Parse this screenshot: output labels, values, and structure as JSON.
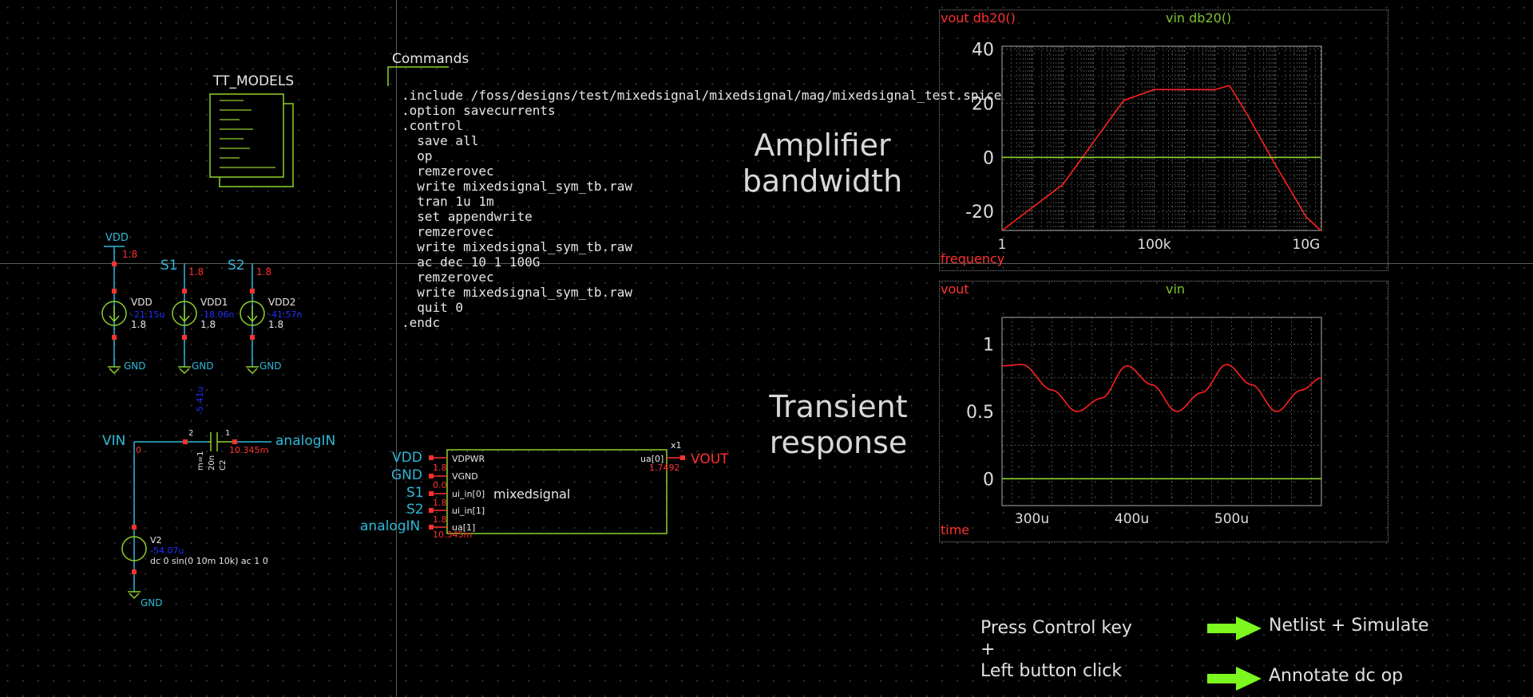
{
  "models_block": {
    "label": "TT_MODELS"
  },
  "commands": {
    "title": "Commands",
    "lines": [
      ".include /foss/designs/test/mixedsignal/mixedsignal/mag/mixedsignal_test.spice",
      ".option savecurrents",
      ".control",
      "  save all",
      "  op",
      "  remzerovec",
      "  write mixedsignal_sym_tb.raw",
      "  tran 1u 1m",
      "  set appendwrite",
      "  remzerovec",
      "  write mixedsignal_sym_tb.raw",
      "  ac dec 10 1 100G",
      "  remzerovec",
      "  write mixedsignal_sym_tb.raw",
      "  quit 0",
      ".endc"
    ]
  },
  "sources": {
    "vdd_label": "VDD",
    "vdd_net_value": "1.8",
    "s1_label": "S1",
    "s1_value": "1.8",
    "s2_label": "S2",
    "s2_value": "1.8",
    "vdd_src": {
      "name": "VDD",
      "value": "1.8",
      "current": "-21.15u"
    },
    "vdd1_src": {
      "name": "VDD1",
      "value": "1.8",
      "current": "-18.06n"
    },
    "vdd2_src": {
      "name": "VDD2",
      "value": "1.8",
      "current": "-41.57n"
    },
    "gnd_label": "GND"
  },
  "input_stage": {
    "vin_label": "VIN",
    "vin_node_value": "0",
    "cap_current": "-5.41u",
    "cap_pin2": "2",
    "cap_pin1": "1",
    "cap_params": [
      "m=1",
      "20n",
      "C2"
    ],
    "analog_node_value": "10.345m",
    "analog_label": "analogIN",
    "v2_name": "V2",
    "v2_current": "-54.07u",
    "v2_spec": "dc 0 sin(0 10m 10k) ac 1 0",
    "gnd_label": "GND"
  },
  "mixedsignal_block": {
    "instance": "x1",
    "name": "mixedsignal",
    "pins_left": [
      {
        "net": "VDD",
        "pin": "VDPWR",
        "value": "1.8"
      },
      {
        "net": "GND",
        "pin": "VGND",
        "value": "0.0"
      },
      {
        "net": "S1",
        "pin": "ui_in[0]",
        "value": "1.8"
      },
      {
        "net": "S2",
        "pin": "ui_in[1]",
        "value": "1.8"
      },
      {
        "net": "analogIN",
        "pin": "ua[1]",
        "value": "10.345m"
      }
    ],
    "pin_right": {
      "pin": "ua[0]",
      "net": "VOUT",
      "value": "1.7492"
    }
  },
  "headings": {
    "bandwidth": [
      "Amplifier",
      "bandwidth"
    ],
    "transient": [
      "Transient",
      "response"
    ]
  },
  "ac_plot": {
    "trace1_label": "vout db20()",
    "trace2_label": "vin db20()",
    "xlabel": "frequency",
    "y_ticks": [
      "40",
      "20",
      "0",
      "-20"
    ],
    "x_ticks": [
      "1",
      "100k",
      "10G"
    ],
    "colors": {
      "vout": "#ff2020",
      "vin": "#8fd12a"
    }
  },
  "tran_plot": {
    "trace1_label": "vout",
    "trace2_label": "vin",
    "xlabel": "time",
    "y_ticks": [
      "1",
      "0.5",
      "0"
    ],
    "x_ticks": [
      "300u",
      "400u",
      "500u"
    ],
    "colors": {
      "vout": "#ff2020",
      "vin": "#8fd12a"
    }
  },
  "chart_data": [
    {
      "type": "line",
      "x_scale": "log",
      "xlabel": "frequency",
      "ylim": [
        -27,
        41
      ],
      "series": [
        {
          "name": "vout db20()",
          "x": [
            1,
            100.0,
            10000.0,
            100000.0,
            1000000.0,
            10000000.0,
            30000000.0,
            100000000.0,
            1000000000.0,
            10000000000.0,
            30000000000.0
          ],
          "y": [
            -27,
            -10,
            21,
            25,
            25,
            25,
            26.5,
            17,
            -3,
            -22,
            -27
          ]
        },
        {
          "name": "vin db20()",
          "x": [
            1,
            30000000000.0
          ],
          "y": [
            0,
            0
          ]
        }
      ]
    },
    {
      "type": "line",
      "xlabel": "time",
      "ylim": [
        -0.2,
        1.2
      ],
      "series": [
        {
          "name": "vout",
          "x": [
            0.00027,
            0.00029,
            0.00032,
            0.000345,
            0.00037,
            0.000395,
            0.00042,
            0.000445,
            0.00047,
            0.000495,
            0.00052,
            0.000545,
            0.00057,
            0.00059
          ],
          "y": [
            0.84,
            0.85,
            0.66,
            0.5,
            0.6,
            0.84,
            0.7,
            0.5,
            0.64,
            0.85,
            0.7,
            0.5,
            0.66,
            0.75
          ]
        },
        {
          "name": "vin",
          "x": [
            0.00027,
            0.00059
          ],
          "y": [
            0.0,
            0.0
          ]
        }
      ]
    }
  ],
  "hint": {
    "lines": [
      "Press Control key",
      "+",
      "Left button click"
    ]
  },
  "actions": [
    {
      "label": "Netlist + Simulate"
    },
    {
      "label": "Annotate dc op"
    }
  ]
}
